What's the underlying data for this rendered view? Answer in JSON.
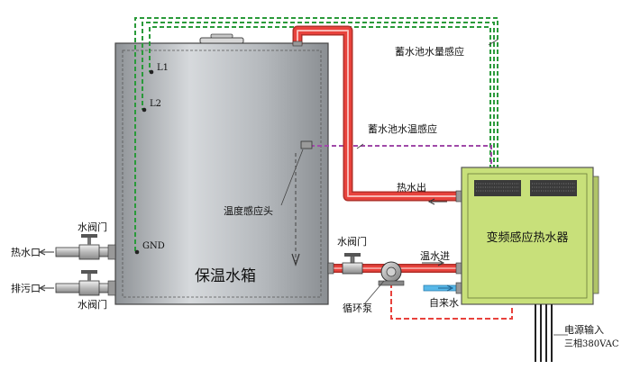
{
  "colors": {
    "hot_pipe": "#e8423c",
    "signal_green": "#2a9a3a",
    "signal_purple": "#a04aa8",
    "heater_body": "#c8e07a",
    "tank_steel": "#b8bcc0",
    "cold_pipe": "#58b8e8"
  },
  "labels": {
    "tank": "保温水箱",
    "heater": "变频感应热水器",
    "level_sensor": "蓄水池水量感应",
    "temp_sensor": "蓄水池水温感应",
    "temp_probe": "温度感应头",
    "hot_out": "热水出",
    "warm_in": "温水进",
    "tap_water": "自来水",
    "pump": "循环泵",
    "valve_top": "水阀门",
    "valve_left_top": "水阀门",
    "valve_left_bottom": "水阀门",
    "hot_outlet": "热水口",
    "drain": "排污口",
    "l1": "L1",
    "l2": "L2",
    "gnd": "GND",
    "power_in": "电源输入",
    "power_spec": "三相380VAC"
  }
}
